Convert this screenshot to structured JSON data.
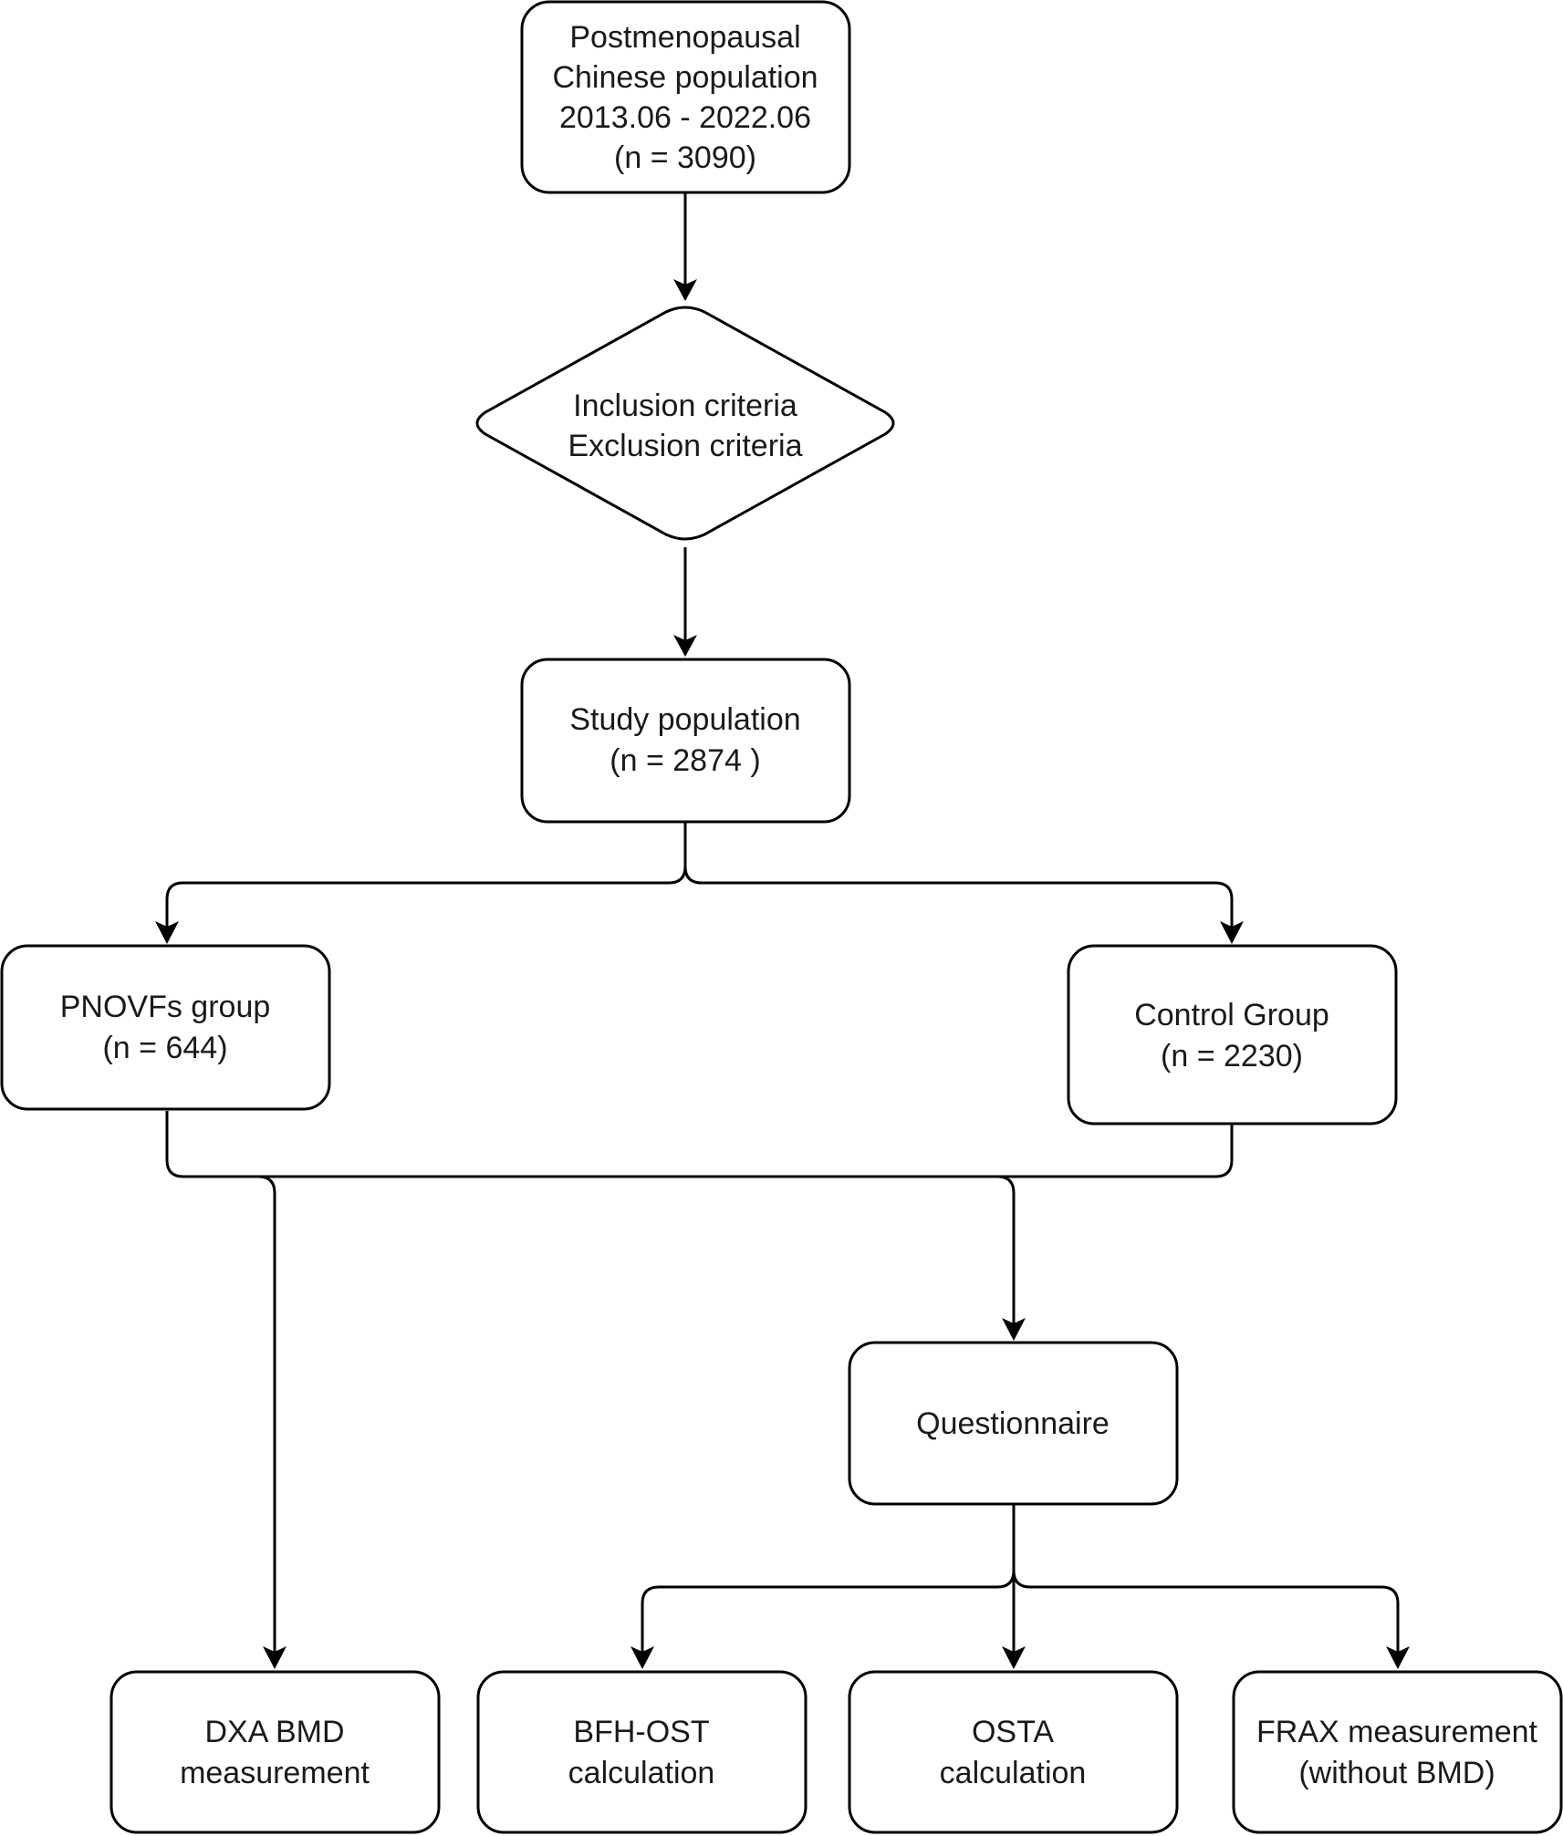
{
  "nodes": {
    "population": {
      "line1": "Postmenopausal",
      "line2": "Chinese population",
      "line3": "2013.06 - 2022.06",
      "line4": "(n = 3090)"
    },
    "criteria": {
      "line1": "Inclusion criteria",
      "line2": "Exclusion criteria"
    },
    "study": {
      "line1": "Study population",
      "line2": "(n = 2874 )"
    },
    "pnovfs": {
      "line1": "PNOVFs group",
      "line2": "(n = 644)"
    },
    "control": {
      "line1": "Control Group",
      "line2": "(n = 2230)"
    },
    "questionnaire": {
      "line1": "Questionnaire"
    },
    "dxa": {
      "line1": "DXA BMD",
      "line2": "measurement"
    },
    "bfh": {
      "line1": "BFH-OST",
      "line2": "calculation"
    },
    "osta": {
      "line1": "OSTA",
      "line2": "calculation"
    },
    "frax": {
      "line1": "FRAX measurement",
      "line2": "(without BMD)"
    }
  }
}
